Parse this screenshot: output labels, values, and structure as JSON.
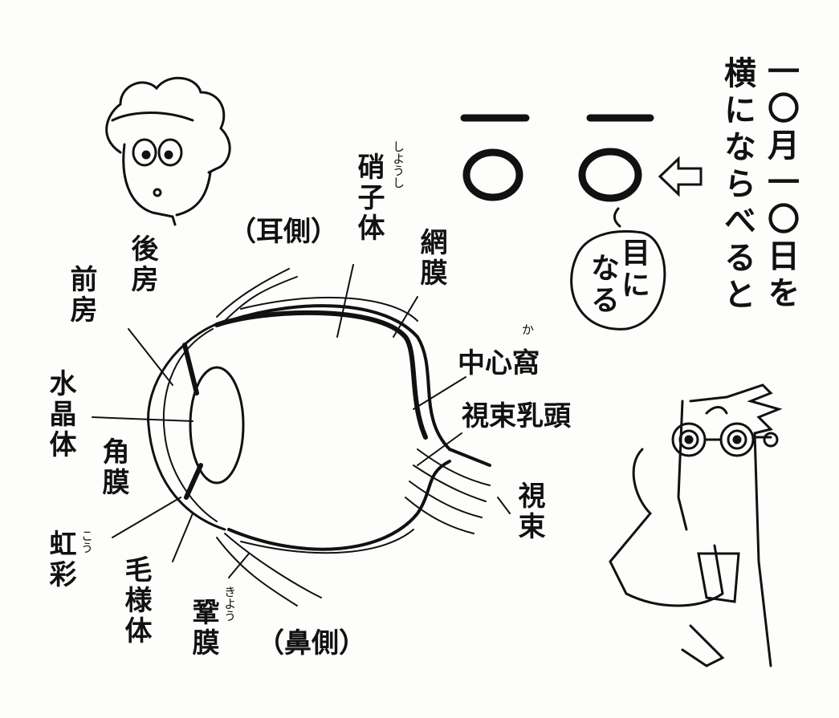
{
  "title_text": {
    "line1": "一〇月一〇日を",
    "line2": "横にならべると"
  },
  "bubble": {
    "line1": "目に",
    "line2": "なる"
  },
  "labels": {
    "posterior_chamber": "後房",
    "anterior_chamber": "前房",
    "lens": "水晶体",
    "cornea": "角膜",
    "iris": "虹彩",
    "iris_ruby": "こう",
    "ciliary_body": "毛様体",
    "sclera": "鞏膜",
    "sclera_ruby": "きよう",
    "nasal_side": "（鼻側）",
    "temporal_side": "（耳側）",
    "vitreous": "硝子体",
    "vitreous_ruby": "しようし",
    "retina": "網膜",
    "fovea": "中心窩",
    "fovea_ruby": "か",
    "optic_disc": "視束乳頭",
    "optic_nerve": "視束"
  }
}
